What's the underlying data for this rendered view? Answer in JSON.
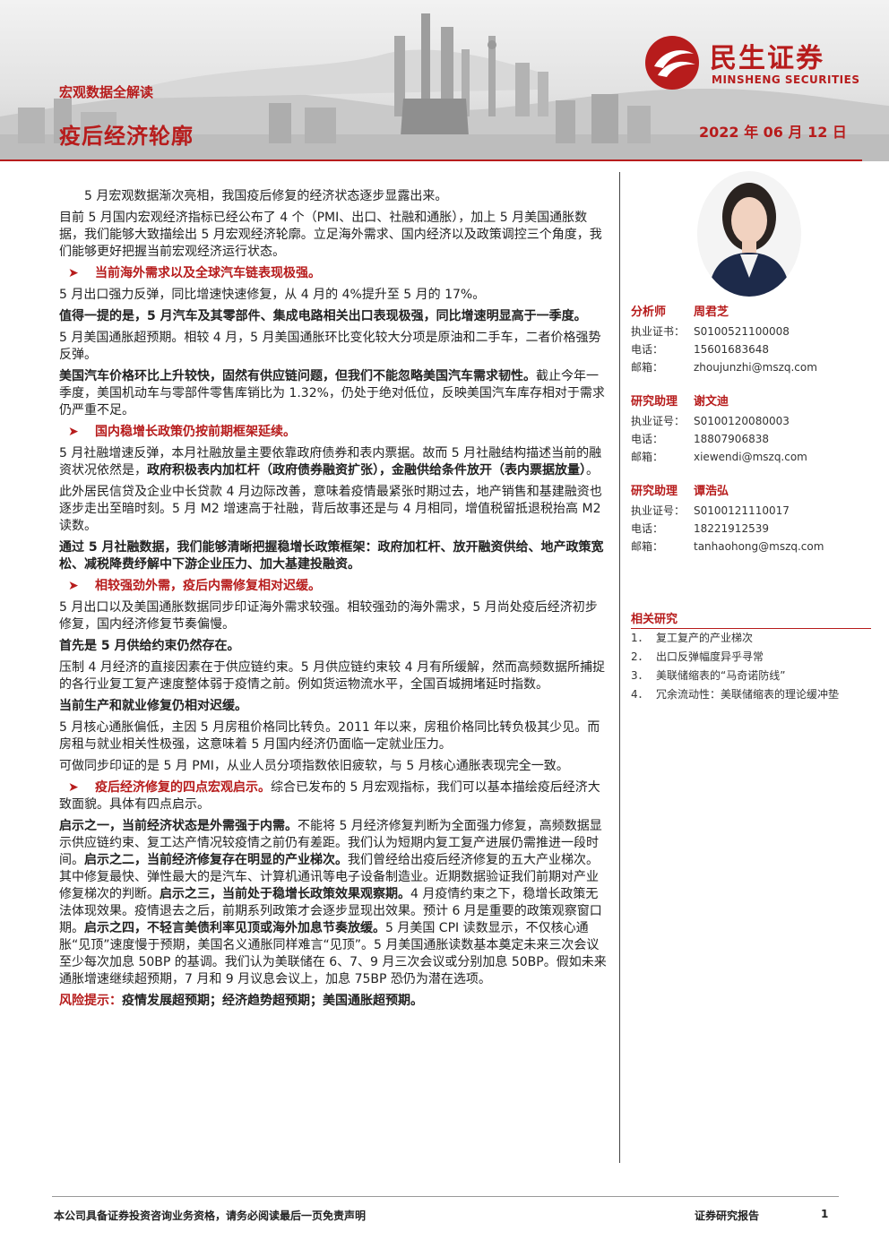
{
  "header": {
    "category": "宏观数据全解读",
    "title": "疫后经济轮廓",
    "date": "2022 年 06 月 12 日",
    "logo_name": "民生证券",
    "logo_en": "MINSHENG SECURITIES"
  },
  "colors": {
    "brand_red": "#b71c1c"
  },
  "body": {
    "p1": "5 月宏观数据渐次亮相，我国疫后修复的经济状态逐步显露出来。",
    "p2": "目前 5 月国内宏观经济指标已经公布了 4 个（PMI、出口、社融和通胀），加上 5 月美国通胀数据，我们能够大致描绘出 5 月宏观经济轮廓。立足海外需求、国内经济以及政策调控三个角度，我们能够更好把握当前宏观经济运行状态。",
    "h1": "当前海外需求以及全球汽车链表现极强。",
    "p3": "5 月出口强力反弹，同比增速快速修复，从 4 月的 4%提升至 5 月的 17%。",
    "p4": "值得一提的是，5 月汽车及其零部件、集成电路相关出口表现极强，同比增速明显高于一季度。",
    "p5": "5 月美国通胀超预期。相较 4 月，5 月美国通胀环比变化较大分项是原油和二手车，二者价格强势反弹。",
    "p6_bold": "美国汽车价格环比上升较快，固然有供应链问题，但我们不能忽略美国汽车需求韧性。",
    "p6_rest": "截止今年一季度，美国机动车与零部件零售库销比为 1.32%，仍处于绝对低位，反映美国汽车库存相对于需求仍严重不足。",
    "h2": "国内稳增长政策仍按前期框架延续。",
    "p7_a": "5 月社融增速反弹，本月社融放量主要依靠政府债券和表内票据。故而 5 月社融结构描述当前的融资状况依然是，",
    "p7_b": "政府积极表内加杠杆（政府债券融资扩张），金融供给条件放开（表内票据放量）",
    "p7_c": "。",
    "p8": "此外居民信贷及企业中长贷款 4 月边际改善，意味着疫情最紧张时期过去，地产销售和基建融资也逐步走出至暗时刻。5 月 M2 增速高于社融，背后故事还是与 4 月相同，增值税留抵退税抬高 M2 读数。",
    "p9": "通过 5 月社融数据，我们能够清晰把握稳增长政策框架：政府加杠杆、放开融资供给、地产政策宽松、减税降费纾解中下游企业压力、加大基建投融资。",
    "h3": "相较强劲外需，疫后内需修复相对迟缓。",
    "p10": "5 月出口以及美国通胀数据同步印证海外需求较强。相较强劲的海外需求，5 月尚处疫后经济初步修复，国内经济修复节奏偏慢。",
    "p11": "首先是 5 月供给约束仍然存在。",
    "p12": "压制 4 月经济的直接因素在于供应链约束。5 月供应链约束较 4 月有所缓解，然而高频数据所捕捉的各行业复工复产速度整体弱于疫情之前。例如货运物流水平，全国百城拥堵延时指数。",
    "p13": "当前生产和就业修复仍相对迟缓。",
    "p14": "5 月核心通胀偏低，主因 5 月房租价格同比转负。2011 年以来，房租价格同比转负极其少见。而房租与就业相关性极强，这意味着 5 月国内经济仍面临一定就业压力。",
    "p15": "可做同步印证的是 5 月 PMI，从业人员分项指数依旧疲软，与 5 月核心通胀表现完全一致。",
    "h4": "疫后经济修复的四点宏观启示。",
    "h4_rest": "综合已发布的 5 月宏观指标，我们可以基本描绘疫后经济大致面貌。具体有四点启示。",
    "s1_bold": "启示之一，当前经济状态是外需强于内需。",
    "s1_text": "不能将 5 月经济修复判断为全面强力修复，高频数据显示供应链约束、复工达产情况较疫情之前仍有差距。我们认为短期内复工复产进展仍需推进一段时间。",
    "s2_bold": "启示之二，当前经济修复存在明显的产业梯次。",
    "s2_text": "我们曾经给出疫后经济修复的五大产业梯次。其中修复最快、弹性最大的是汽车、计算机通讯等电子设备制造业。近期数据验证我们前期对产业修复梯次的判断。",
    "s3_bold": "启示之三，当前处于稳增长政策效果观察期。",
    "s3_text": "4 月疫情约束之下，稳增长政策无法体现效果。疫情退去之后，前期系列政策才会逐步显现出效果。预计 6 月是重要的政策观察窗口期。",
    "s4_bold": "启示之四，不轻言美债利率见顶或海外加息节奏放缓。",
    "s4_text": "5 月美国 CPI 读数显示，不仅核心通胀“见顶”速度慢于预期，美国名义通胀同样难言“见顶”。5 月美国通胀读数基本奠定未来三次会议至少每次加息 50BP 的基调。我们认为美联储在 6、7、9 月三次会议或分别加息 50BP。假如未来通胀增速继续超预期，7 月和 9 月议息会议上，加息 75BP 恐仍为潜在选项。",
    "risk_label": "风险提示：",
    "risk_text": "疫情发展超预期；经济趋势超预期；美国通胀超预期。"
  },
  "analysts": [
    {
      "role": "分析师",
      "name": "周君芝",
      "cert_label": "执业证书：",
      "cert": "S0100521100008",
      "phone_label": "电话：",
      "phone": "15601683648",
      "email_label": "邮箱：",
      "email": "zhoujunzhi@mszq.com"
    },
    {
      "role": "研究助理",
      "name": "谢文迪",
      "cert_label": "执业证号：",
      "cert": "S0100120080003",
      "phone_label": "电话：",
      "phone": "18807906838",
      "email_label": "邮箱：",
      "email": "xiewendi@mszq.com"
    },
    {
      "role": "研究助理",
      "name": "谭浩弘",
      "cert_label": "执业证号：",
      "cert": "S0100121110017",
      "phone_label": "电话：",
      "phone": "18221912539",
      "email_label": "邮箱：",
      "email": "tanhaohong@mszq.com"
    }
  ],
  "related": {
    "title": "相关研究",
    "items": [
      {
        "num": "1．",
        "text": "复工复产的产业梯次"
      },
      {
        "num": "2．",
        "text": "出口反弹幅度异乎寻常"
      },
      {
        "num": "3．",
        "text": "美联储缩表的“马奇诺防线”"
      },
      {
        "num": "4．",
        "text": "冗余流动性：美联储缩表的理论缓冲垫"
      }
    ]
  },
  "footer": {
    "disclaimer": "本公司具备证券投资咨询业务资格，请务必阅读最后一页免责声明",
    "report_type": "证券研究报告",
    "page": "1"
  }
}
